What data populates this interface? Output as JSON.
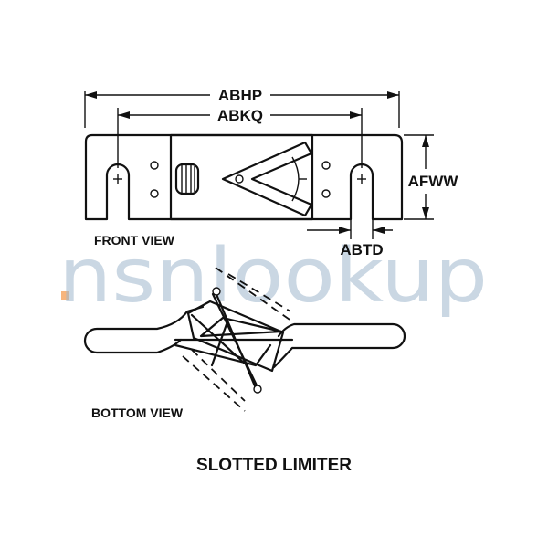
{
  "dimensions": {
    "overall_length": "ABHP",
    "hole_spacing": "ABKQ",
    "height": "AFWW",
    "slot_width": "ABTD"
  },
  "views": {
    "front": "FRONT VIEW",
    "bottom": "BOTTOM VIEW"
  },
  "title": "SLOTTED LIMITER",
  "watermark": "nsnlookup"
}
